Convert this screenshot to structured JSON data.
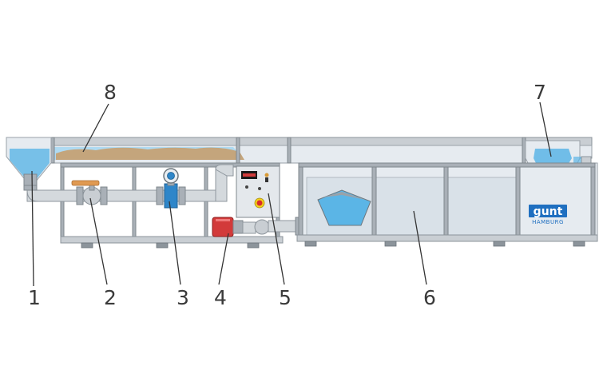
{
  "callouts": [
    {
      "id": "1",
      "label": "1"
    },
    {
      "id": "2",
      "label": "2"
    },
    {
      "id": "3",
      "label": "3"
    },
    {
      "id": "4",
      "label": "4"
    },
    {
      "id": "5",
      "label": "5"
    },
    {
      "id": "6",
      "label": "6"
    },
    {
      "id": "7",
      "label": "7"
    },
    {
      "id": "8",
      "label": "8"
    }
  ],
  "logo": {
    "brand": "gunt",
    "sub": "HAMBURG"
  },
  "colors": {
    "water": "#5bb5e6",
    "water_light": "#a9d8f2",
    "sediment": "#c4a57c",
    "motor": "#d23a3a",
    "logo_blue": "#1f6fc0",
    "flowmeter": "#2e86c9",
    "valve_handle": "#e09a52"
  }
}
